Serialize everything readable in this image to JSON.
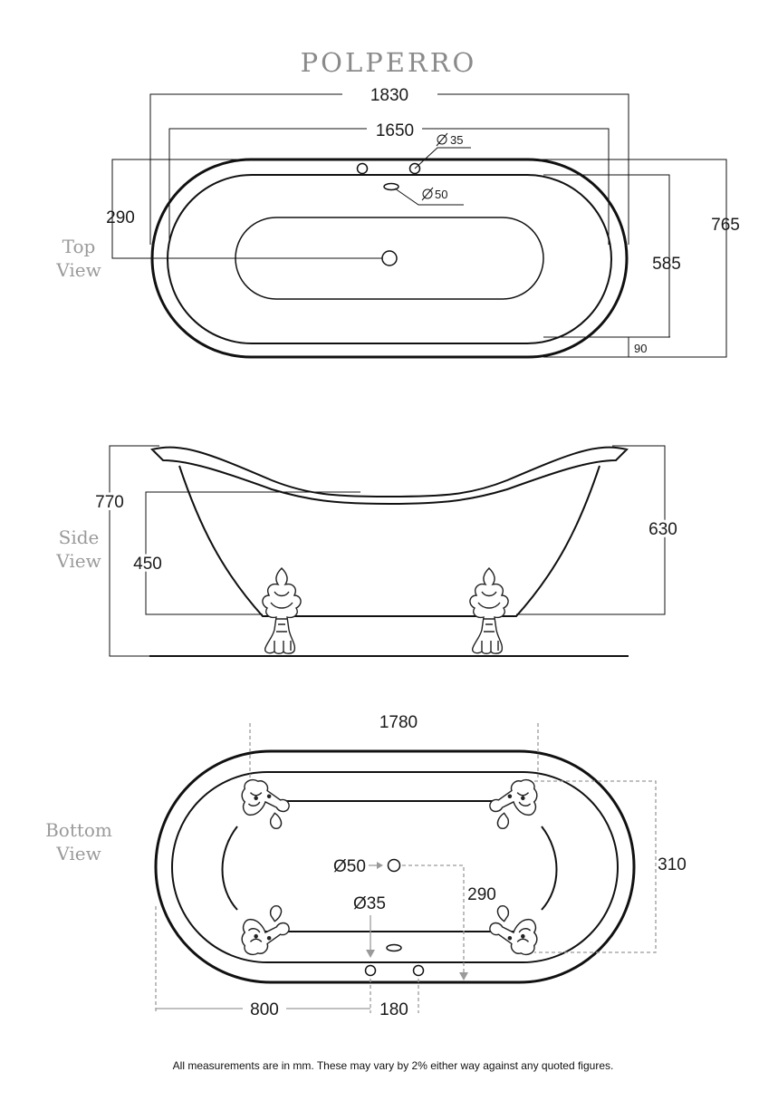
{
  "title": "POLPERRO",
  "views": {
    "top": {
      "line1": "Top",
      "line2": "View"
    },
    "side": {
      "line1": "Side",
      "line2": "View"
    },
    "bottom": {
      "line1": "Bottom",
      "line2": "View"
    }
  },
  "top_view": {
    "length_overall": "1830",
    "length_inner": "1650",
    "tap_hole_diameter": "35",
    "overflow_diameter": "50",
    "waste_offset": "290",
    "width_overall": "765",
    "width_inner": "585",
    "rim": "90"
  },
  "side_view": {
    "height_overall": "770",
    "height_end": "630",
    "height_centre": "450"
  },
  "bottom_view": {
    "feet_span": "1780",
    "feet_width": "310",
    "waste_label": "Ø50",
    "waste_offset": "290",
    "tap_label": "Ø35",
    "tap_offset": "800",
    "tap_spacing": "180"
  },
  "note": "All measurements are in mm. These may vary by 2% either way against any quoted figures.",
  "icons": {
    "diameter_symbol": "diameter-icon",
    "claw_foot": "claw-foot-icon"
  }
}
